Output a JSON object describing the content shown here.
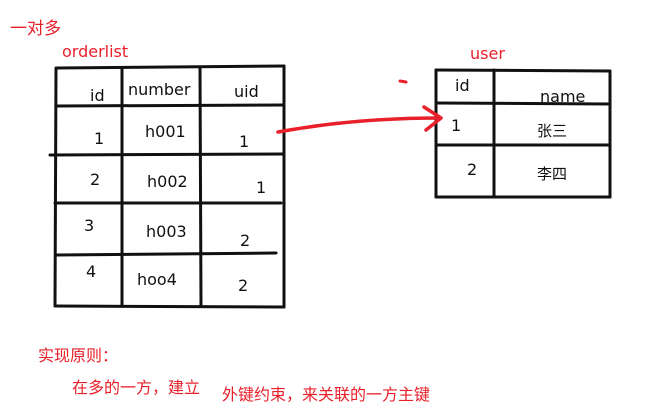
{
  "header": {
    "title": "一对多"
  },
  "orderlist": {
    "name": "orderlist",
    "columns": [
      "id",
      "number",
      "uid"
    ],
    "rows": [
      [
        "1",
        "h001",
        "1"
      ],
      [
        "2",
        "h002",
        "1"
      ],
      [
        "3",
        "h003",
        "2"
      ],
      [
        "4",
        "hoo4",
        "2"
      ]
    ]
  },
  "user": {
    "name": "user",
    "columns": [
      "id",
      "name"
    ],
    "rows": [
      [
        "1",
        "张三"
      ],
      [
        "2",
        "李四"
      ]
    ]
  },
  "notes": {
    "heading": "实现原则：",
    "line1": "在多的一方，建立",
    "line2": "外键约束，来关联的一方主键"
  },
  "colors": {
    "accent": "#e8202a",
    "ink": "#111111"
  }
}
